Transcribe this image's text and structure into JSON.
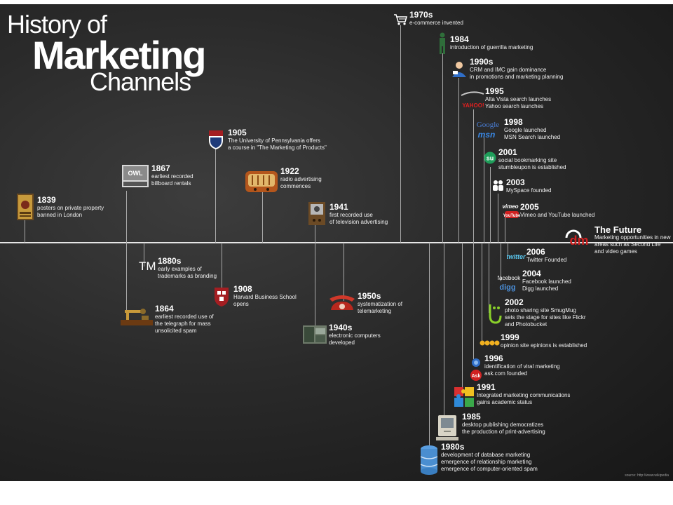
{
  "title": {
    "line1": "History of",
    "line2": "Marketing",
    "line3": "Channels"
  },
  "source": "source: http://www.wikipedia",
  "events": [
    {
      "key": "e1839",
      "year": "1839",
      "lines": [
        "posters on private property",
        "banned in London"
      ]
    },
    {
      "key": "e1864",
      "year": "1864",
      "lines": [
        "earliest recorded use of",
        "the telegraph for mass",
        "unsolicited spam"
      ]
    },
    {
      "key": "e1867",
      "year": "1867",
      "lines": [
        "earliest recorded",
        "billboard rentals"
      ]
    },
    {
      "key": "e1880s",
      "year": "1880s",
      "lines": [
        "early examples of",
        "trademarks as branding"
      ]
    },
    {
      "key": "e1905",
      "year": "1905",
      "lines": [
        "The University of Pennsylvania offers",
        "a course in \"The Marketing of Products\""
      ]
    },
    {
      "key": "e1908",
      "year": "1908",
      "lines": [
        "Harvard Business School",
        "opens"
      ]
    },
    {
      "key": "e1922",
      "year": "1922",
      "lines": [
        "radio advertising",
        "commences"
      ]
    },
    {
      "key": "e1940s",
      "year": "1940s",
      "lines": [
        "electronic computers",
        "developed"
      ]
    },
    {
      "key": "e1941",
      "year": "1941",
      "lines": [
        "first recorded use",
        "of television advertising"
      ]
    },
    {
      "key": "e1950s",
      "year": "1950s",
      "lines": [
        "systematization of",
        "telemarketing"
      ]
    },
    {
      "key": "e1970s",
      "year": "1970s",
      "lines": [
        "e-commerce invented"
      ]
    },
    {
      "key": "e1980s",
      "year": "1980s",
      "lines": [
        "development of database marketing",
        "emergence of relationship marketing",
        "emergence of computer-oriented spam"
      ]
    },
    {
      "key": "e1984",
      "year": "1984",
      "lines": [
        "introduction of guerrilla marketing"
      ]
    },
    {
      "key": "e1985",
      "year": "1985",
      "lines": [
        "desktop publishing democratizes",
        "the production of print-advertising"
      ]
    },
    {
      "key": "e1990s",
      "year": "1990s",
      "lines": [
        "CRM and IMC gain dominance",
        "in promotions and marketing planning"
      ]
    },
    {
      "key": "e1991",
      "year": "1991",
      "lines": [
        "Integrated marketing communications",
        "gains academic status"
      ]
    },
    {
      "key": "e1995",
      "year": "1995",
      "lines": [
        "Alta Vista search launches",
        "Yahoo search launches"
      ]
    },
    {
      "key": "e1996",
      "year": "1996",
      "lines": [
        "identification of viral marketing",
        "ask.com founded"
      ]
    },
    {
      "key": "e1998",
      "year": "1998",
      "lines": [
        "Google launched",
        "MSN Search launched"
      ]
    },
    {
      "key": "e1999",
      "year": "1999",
      "lines": [
        "opinion site epinions is established"
      ]
    },
    {
      "key": "e2001",
      "year": "2001",
      "lines": [
        "social bookmarking site",
        "stumbleupon is established"
      ]
    },
    {
      "key": "e2002",
      "year": "2002",
      "lines": [
        "photo sharing site SmugMug",
        "sets the stage for sites like Flickr",
        "and Photobucket"
      ]
    },
    {
      "key": "e2003",
      "year": "2003",
      "lines": [
        "MySpace founded"
      ]
    },
    {
      "key": "e2004",
      "year": "2004",
      "lines": [
        "Facebook launched",
        "Digg launched"
      ]
    },
    {
      "key": "e2005",
      "year": "2005",
      "lines": [
        "Vimeo and YouTube launched"
      ]
    },
    {
      "key": "e2006",
      "year": "2006",
      "lines": [
        "Twitter Founded"
      ]
    },
    {
      "key": "future",
      "year": "The Future",
      "lines": [
        "Marketing opportunities in new",
        "areas such as Second Life",
        "and video games"
      ]
    }
  ],
  "icon_labels": {
    "owl": "OWL",
    "tm": "TM",
    "google": "Google",
    "msn": "msn",
    "yahoo": "YAHOO!",
    "ask": "Ask",
    "su": "su",
    "vimeo": "vimeo",
    "youtube": "YouTube",
    "facebook": "facebook",
    "digg": "digg",
    "twitter": "twitter",
    "dm": "dm"
  },
  "colors": {
    "background": "#2a2a2a",
    "axis": "#e6e6e6",
    "stem": "#a8a8a8",
    "text": "#ffffff"
  }
}
